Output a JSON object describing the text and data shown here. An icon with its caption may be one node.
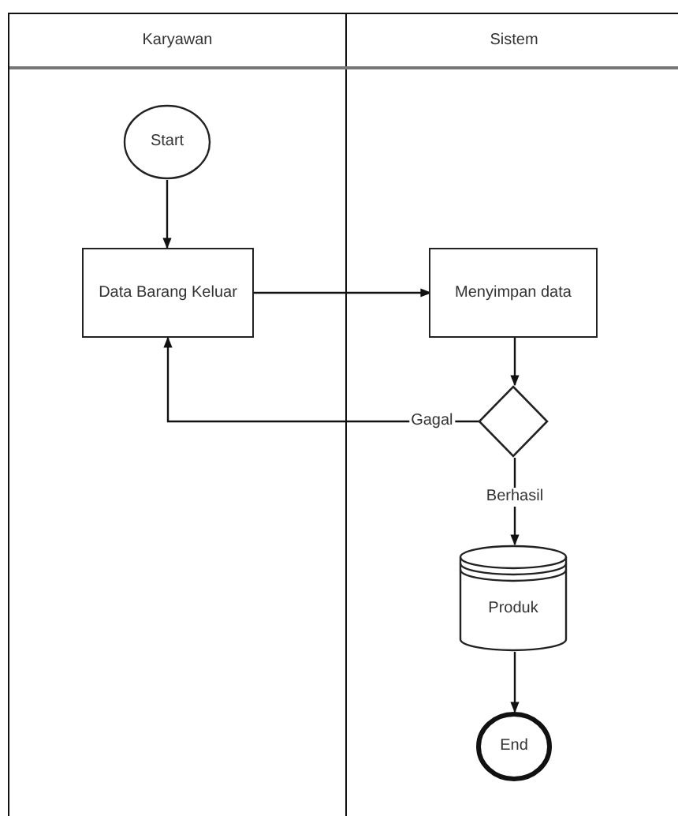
{
  "diagram": {
    "nodes": [
      {
        "text": [
          "Karyawan"
        ]
      },
      {
        "text": [
          "Sistem"
        ]
      },
      {
        "text": [
          "Start"
        ],
        "in": 0
      },
      {
        "text": [
          "Data Barang Keluar"
        ],
        "in": 0
      },
      {
        "text": [
          "Menyimpan data"
        ],
        "in": 1
      },
      {
        "text": [],
        "shape": "diamond",
        "in": 1
      },
      {
        "text": [
          "Produk"
        ],
        "in": 1
      },
      {
        "text": [
          "End"
        ],
        "in": 1
      }
    ],
    "edges": [
      {
        "from": 2,
        "to": 3,
        "arrow": "to"
      },
      {
        "from": 3,
        "to": 4,
        "arrow": "to"
      },
      {
        "from": 4,
        "to": 5,
        "arrow": "to"
      },
      {
        "from": 5,
        "to": 3,
        "arrow": "to",
        "label": "Gagal"
      },
      {
        "from": 5,
        "to": 6,
        "arrow": "to",
        "label": "Berhasil"
      },
      {
        "from": 6,
        "to": 7,
        "arrow": "to"
      }
    ]
  }
}
